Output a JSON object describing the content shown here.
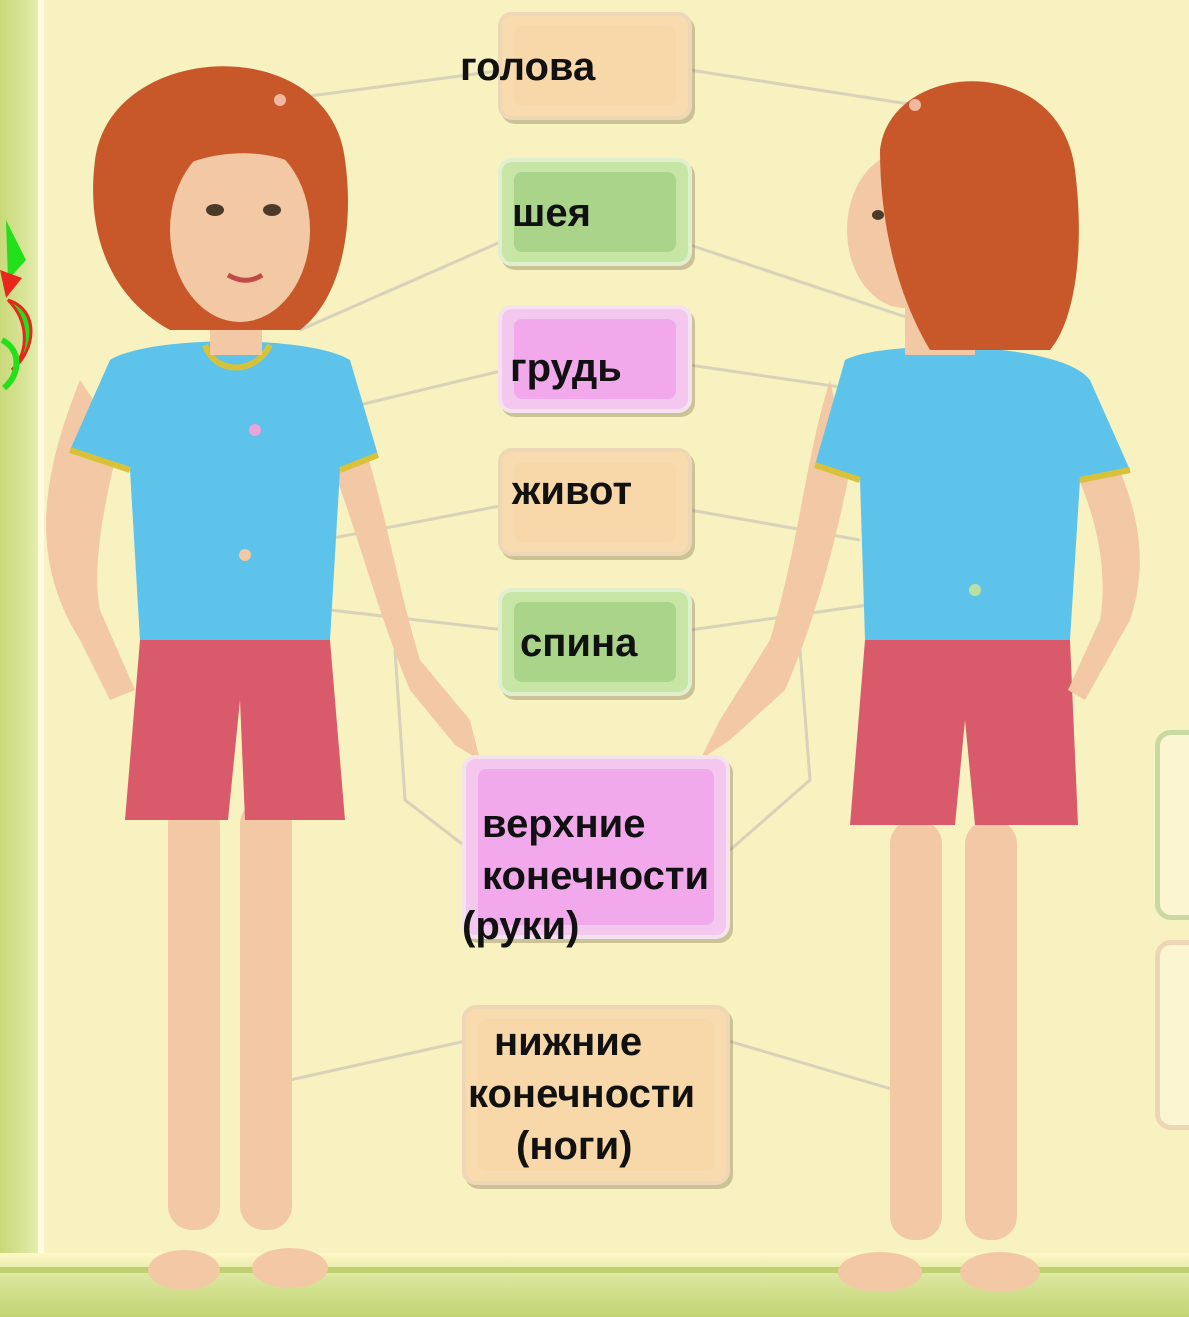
{
  "labels": {
    "head": "голова",
    "neck": "шея",
    "chest": "грудь",
    "belly": "живот",
    "back": "спина",
    "upper_limbs": [
      "верхние",
      "конечности",
      "(руки)"
    ],
    "lower_limbs": [
      "нижние",
      "конечности",
      "(ноги)"
    ]
  },
  "colors": {
    "background": "#f7f2c0",
    "hair": "#c8582a",
    "shirt": "#5ec3ea",
    "shorts": "#d95a6a",
    "skin": "#f3c8a4",
    "label_peach": "#f8d7a8",
    "label_green": "#a9d48a",
    "label_pink": "#f1a9ec"
  }
}
